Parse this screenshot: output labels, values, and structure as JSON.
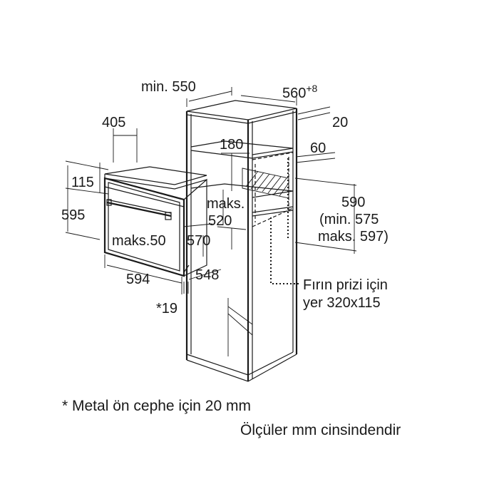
{
  "labels": {
    "min_550": "min. 550",
    "w560": "560",
    "w560_sup": "+8",
    "d20": "20",
    "d405": "405",
    "d180": "180",
    "d60": "60",
    "d115": "115",
    "maks": "maks.",
    "d520": "520",
    "d595": "595",
    "d590": "590",
    "min575": "(min. 575",
    "maks597": "maks. 597)",
    "maks50": "maks.50",
    "d570": "570",
    "d594": "594",
    "d548": "548",
    "star19": "*19",
    "socket_line1": "Fırın prizi için",
    "socket_line2": "yer 320x115"
  },
  "notes": {
    "metal_front": "* Metal ön cephe için 20 mm",
    "units": "Ölçüler mm cinsindendir"
  },
  "colors": {
    "line": "#1a1a1a",
    "background": "#ffffff"
  }
}
